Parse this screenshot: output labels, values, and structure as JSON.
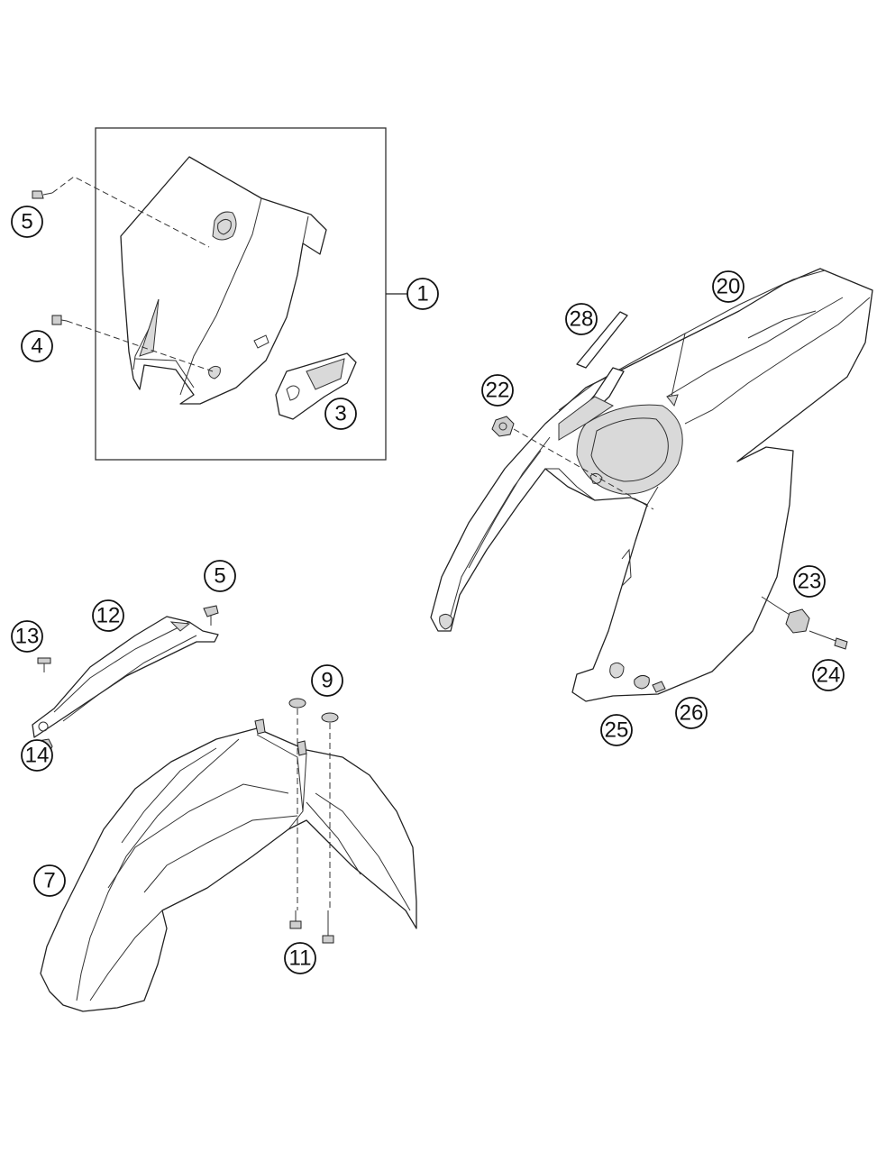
{
  "diagram": {
    "callouts": [
      {
        "id": "c1",
        "label": "1"
      },
      {
        "id": "c3",
        "label": "3"
      },
      {
        "id": "c4",
        "label": "4"
      },
      {
        "id": "c5a",
        "label": "5"
      },
      {
        "id": "c5b",
        "label": "5"
      },
      {
        "id": "c7",
        "label": "7"
      },
      {
        "id": "c9",
        "label": "9"
      },
      {
        "id": "c11",
        "label": "11"
      },
      {
        "id": "c12",
        "label": "12"
      },
      {
        "id": "c13",
        "label": "13"
      },
      {
        "id": "c14",
        "label": "14"
      },
      {
        "id": "c20",
        "label": "20"
      },
      {
        "id": "c22",
        "label": "22"
      },
      {
        "id": "c23",
        "label": "23"
      },
      {
        "id": "c24",
        "label": "24"
      },
      {
        "id": "c25",
        "label": "25"
      },
      {
        "id": "c26",
        "label": "26"
      },
      {
        "id": "c28",
        "label": "28"
      }
    ]
  }
}
